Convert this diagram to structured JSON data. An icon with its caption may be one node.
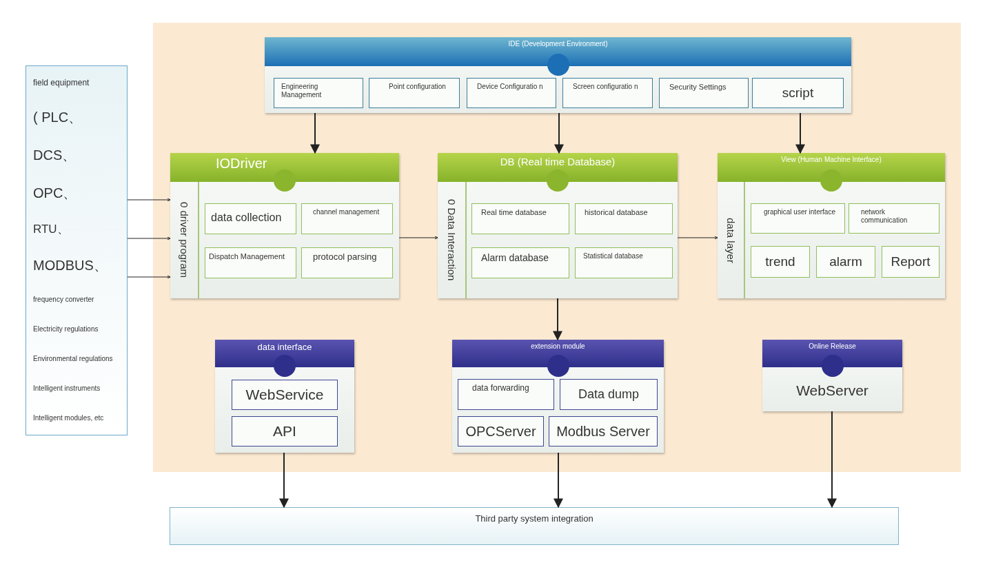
{
  "diagram": {
    "nodes": [
      {
        "text": [
          "field equipment",
          "( PLC、",
          "DCS、",
          "OPC、",
          "RTU、",
          "MODBUS、",
          "frequency converter",
          "Electricity regulations",
          "Environmental regulations",
          "Intelligent instruments",
          "Intelligent modules, etc"
        ]
      },
      {
        "text": [],
        "shape": "box"
      },
      {
        "text": [
          "IDE (Development Environment)"
        ],
        "in": 1
      },
      {
        "text": [
          "Engineering Management"
        ],
        "in": 2
      },
      {
        "text": [
          "Point configuration"
        ],
        "in": 2
      },
      {
        "text": [
          "Device Configuratio n"
        ],
        "in": 2
      },
      {
        "text": [
          "Screen configuratio n"
        ],
        "in": 2
      },
      {
        "text": [
          "Security Settings"
        ],
        "in": 2
      },
      {
        "text": [
          "script"
        ],
        "in": 2
      },
      {
        "text": [
          "IODriver"
        ],
        "in": 1
      },
      {
        "text": [
          "0 driver program"
        ],
        "in": 9
      },
      {
        "text": [
          "data collection"
        ],
        "in": 9
      },
      {
        "text": [
          "channel management"
        ],
        "in": 9
      },
      {
        "text": [
          "Dispatch Management"
        ],
        "in": 9
      },
      {
        "text": [
          "protocol parsing"
        ],
        "in": 9
      },
      {
        "text": [
          "DB (Real time Database)"
        ],
        "in": 1
      },
      {
        "text": [
          "0 Data Interaction"
        ],
        "in": 15
      },
      {
        "text": [
          "Real time database"
        ],
        "in": 15
      },
      {
        "text": [
          "historical database"
        ],
        "in": 15
      },
      {
        "text": [
          "Alarm database"
        ],
        "in": 15
      },
      {
        "text": [
          "Statistical database"
        ],
        "in": 15
      },
      {
        "text": [
          "View (Human Machine Interface)"
        ],
        "in": 1
      },
      {
        "text": [
          "data layer"
        ],
        "in": 21
      },
      {
        "text": [
          "graphical user interface"
        ],
        "in": 21
      },
      {
        "text": [
          "network communication"
        ],
        "in": 21
      },
      {
        "text": [
          "trend"
        ],
        "in": 21
      },
      {
        "text": [
          "alarm"
        ],
        "in": 21
      },
      {
        "text": [
          "Report"
        ],
        "in": 21
      },
      {
        "text": [
          "data interface"
        ],
        "in": 1
      },
      {
        "text": [
          "WebService"
        ],
        "in": 28
      },
      {
        "text": [
          "API"
        ],
        "in": 28
      },
      {
        "text": [
          "extension module"
        ],
        "in": 1
      },
      {
        "text": [
          "data forwarding"
        ],
        "in": 31
      },
      {
        "text": [
          "Data dump"
        ],
        "in": 31
      },
      {
        "text": [
          "OPCServer"
        ],
        "in": 31
      },
      {
        "text": [
          "Modbus Server"
        ],
        "in": 31
      },
      {
        "text": [
          "Online Release",
          "WebServer"
        ],
        "in": 1
      },
      {
        "text": [
          "Third party system integration"
        ]
      }
    ],
    "edges": [
      {
        "from": 2,
        "to": 9,
        "arrow": "to"
      },
      {
        "from": 2,
        "to": 15,
        "arrow": "to"
      },
      {
        "from": 2,
        "to": 21,
        "arrow": "to"
      },
      {
        "from": 0,
        "to": 9,
        "arrow": "to"
      },
      {
        "from": 0,
        "to": 9,
        "arrow": "to"
      },
      {
        "from": 0,
        "to": 9,
        "arrow": "to"
      },
      {
        "from": 9,
        "to": 15,
        "arrow": "to"
      },
      {
        "from": 15,
        "to": 21,
        "arrow": "to"
      },
      {
        "from": 15,
        "to": 31,
        "arrow": "to"
      },
      {
        "from": 28,
        "to": 37,
        "arrow": "to"
      },
      {
        "from": 31,
        "to": 37,
        "arrow": "to"
      },
      {
        "from": 36,
        "to": 37,
        "arrow": "to"
      }
    ]
  }
}
